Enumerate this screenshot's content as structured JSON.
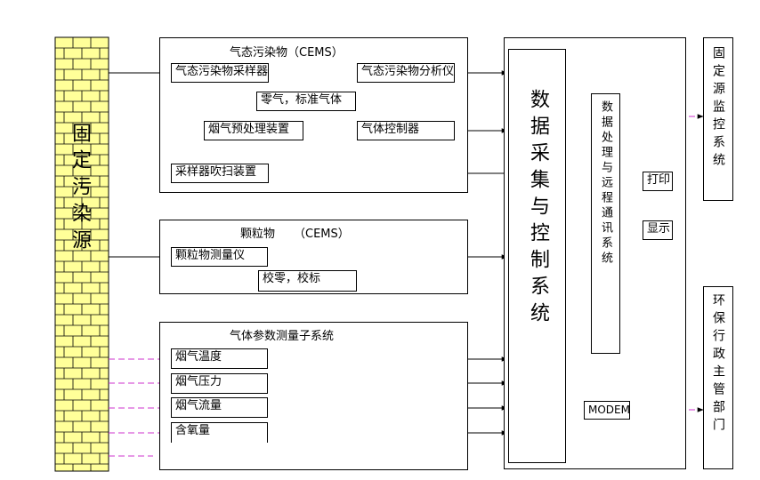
{
  "source": {
    "label": "固定污染源"
  },
  "gas_group": {
    "title": "气态污染物（CEMS）",
    "sampler": "气态污染物采样器",
    "analyzer": "气态污染物分析仪",
    "zero_gas": "零气，标准气体",
    "pretreat": "烟气预处理装置",
    "gas_ctrl": "气体控制器",
    "purge": "采样器吹扫装置"
  },
  "particle_group": {
    "title": "颗粒物",
    "title_suffix": "（CEMS）",
    "meter": "颗粒物测量仪",
    "calib": "校零，校标"
  },
  "param_group": {
    "title": "气体参数测量子系统",
    "items": [
      "烟气温度",
      "烟气压力",
      "烟气流量",
      "含氧量"
    ]
  },
  "daq": {
    "label": "数据采集与控制系统"
  },
  "proc": {
    "label": "数据处理与远程通讯系统"
  },
  "print": {
    "label": "打印"
  },
  "display": {
    "label": "显示"
  },
  "modem": {
    "label": "MODEM"
  },
  "monitor": {
    "label": "固定源监控系统"
  },
  "env_dept": {
    "label": "环保行政主管部门"
  },
  "colors": {
    "line": "#000000",
    "dashed": "#cc33cc",
    "brick": "#ffff99"
  }
}
